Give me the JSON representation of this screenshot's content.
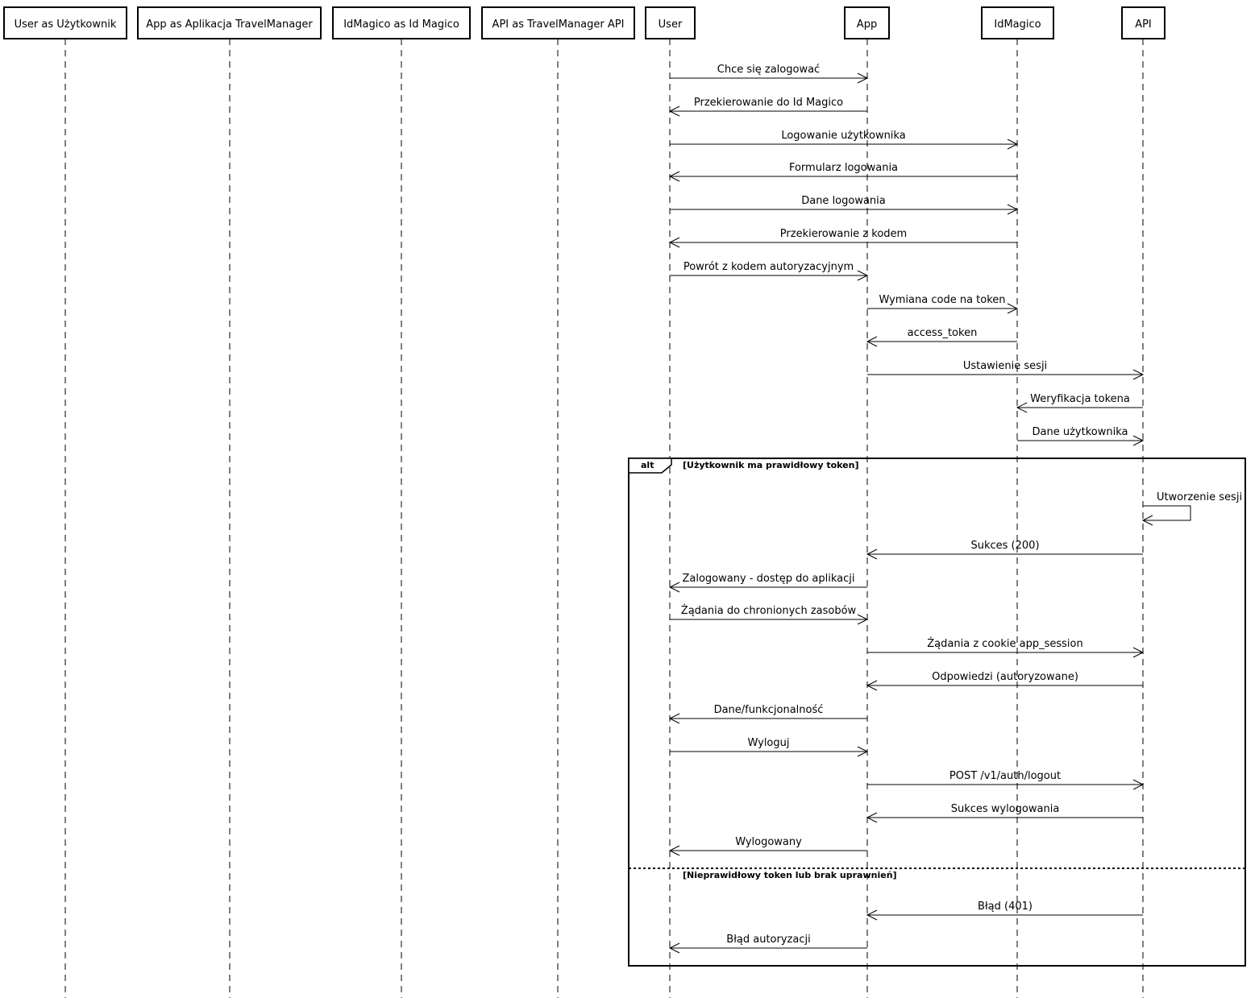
{
  "participants": [
    {
      "label": "User as Użytkownik"
    },
    {
      "label": "App as Aplikacja TravelManager"
    },
    {
      "label": "IdMagico as Id Magico"
    },
    {
      "label": "API as TravelManager API"
    },
    {
      "label": "User"
    },
    {
      "label": "App"
    },
    {
      "label": "IdMagico"
    },
    {
      "label": "API"
    }
  ],
  "messages": [
    {
      "label": "Chce się zalogować",
      "from": "User",
      "to": "App"
    },
    {
      "label": "Przekierowanie do Id Magico",
      "from": "App",
      "to": "User"
    },
    {
      "label": "Logowanie użytkownika",
      "from": "User",
      "to": "IdMagico"
    },
    {
      "label": "Formularz logowania",
      "from": "IdMagico",
      "to": "User"
    },
    {
      "label": "Dane logowania",
      "from": "User",
      "to": "IdMagico"
    },
    {
      "label": "Przekierowanie z kodem",
      "from": "IdMagico",
      "to": "User"
    },
    {
      "label": "Powrót z kodem autoryzacyjnym",
      "from": "User",
      "to": "App"
    },
    {
      "label": "Wymiana code na token",
      "from": "App",
      "to": "IdMagico"
    },
    {
      "label": "access_token",
      "from": "IdMagico",
      "to": "App"
    },
    {
      "label": "Ustawienie sesji",
      "from": "App",
      "to": "API"
    },
    {
      "label": "Weryfikacja tokena",
      "from": "API",
      "to": "IdMagico"
    },
    {
      "label": "Dane użytkownika",
      "from": "IdMagico",
      "to": "API"
    },
    {
      "label": "Utworzenie sesji",
      "from": "API",
      "to": "API"
    },
    {
      "label": "Sukces (200)",
      "from": "API",
      "to": "App"
    },
    {
      "label": "Zalogowany - dostęp do aplikacji",
      "from": "App",
      "to": "User"
    },
    {
      "label": "Żądania do chronionych zasobów",
      "from": "User",
      "to": "App"
    },
    {
      "label": "Żądania z cookie app_session",
      "from": "App",
      "to": "API"
    },
    {
      "label": "Odpowiedzi (autoryzowane)",
      "from": "API",
      "to": "App"
    },
    {
      "label": "Dane/funkcjonalność",
      "from": "App",
      "to": "User"
    },
    {
      "label": "Wyloguj",
      "from": "User",
      "to": "App"
    },
    {
      "label": "POST /v1/auth/logout",
      "from": "App",
      "to": "API"
    },
    {
      "label": "Sukces wylogowania",
      "from": "API",
      "to": "App"
    },
    {
      "label": "Wylogowany",
      "from": "App",
      "to": "User"
    },
    {
      "label": "Błąd (401)",
      "from": "API",
      "to": "App"
    },
    {
      "label": "Błąd autoryzacji",
      "from": "App",
      "to": "User"
    }
  ],
  "alt_frame": {
    "tag": "alt",
    "guard_1": "[Użytkownik ma prawidłowy token]",
    "guard_2": "[Nieprawidłowy token lub brak uprawnień]"
  }
}
